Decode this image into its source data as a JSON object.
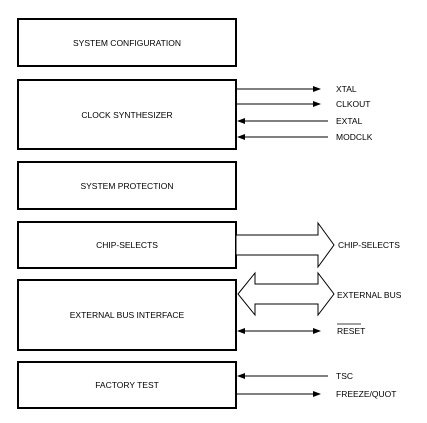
{
  "blocks": {
    "system_configuration": "SYSTEM CONFIGURATION",
    "clock_synthesizer": "CLOCK SYNTHESIZER",
    "system_protection": "SYSTEM PROTECTION",
    "chip_selects": "CHIP-SELECTS",
    "external_bus_interface": "EXTERNAL BUS INTERFACE",
    "factory_test": "FACTORY TEST"
  },
  "signals": {
    "xtal": "XTAL",
    "clkout": "CLKOUT",
    "extal": "EXTAL",
    "modclk": "MODCLK",
    "chip_selects": "CHIP-SELECTS",
    "external_bus": "EXTERNAL BUS",
    "reset": "RESET",
    "tsc": "TSC",
    "freeze_quot": "FREEZE/QUOT"
  }
}
